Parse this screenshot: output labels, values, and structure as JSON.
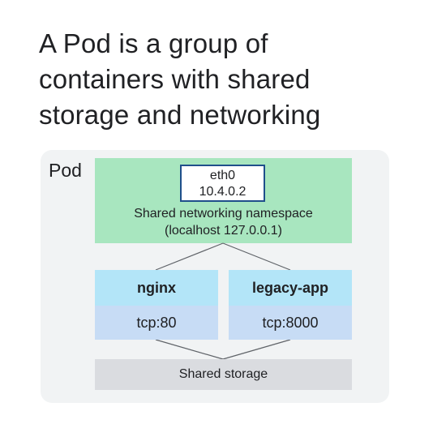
{
  "title": {
    "line1": "A Pod is a group of",
    "line2": "containers with shared",
    "line3": "storage and networking"
  },
  "pod": {
    "label": "Pod"
  },
  "interface": {
    "name": "eth0",
    "ip": "10.4.0.2"
  },
  "network": {
    "line1": "Shared networking namespace",
    "line2": "(localhost 127.0.0.1)"
  },
  "containers": [
    {
      "name": "nginx",
      "port": "tcp:80"
    },
    {
      "name": "legacy-app",
      "port": "tcp:8000"
    }
  ],
  "storage": {
    "label": "Shared storage"
  },
  "colors": {
    "pod_background": "#f1f3f4",
    "network": "#a8e6bf",
    "container_header": "#b3e5f8",
    "container_port": "#c7dcf5",
    "storage": "#dadce0",
    "eth_border": "#1f4f8b"
  }
}
